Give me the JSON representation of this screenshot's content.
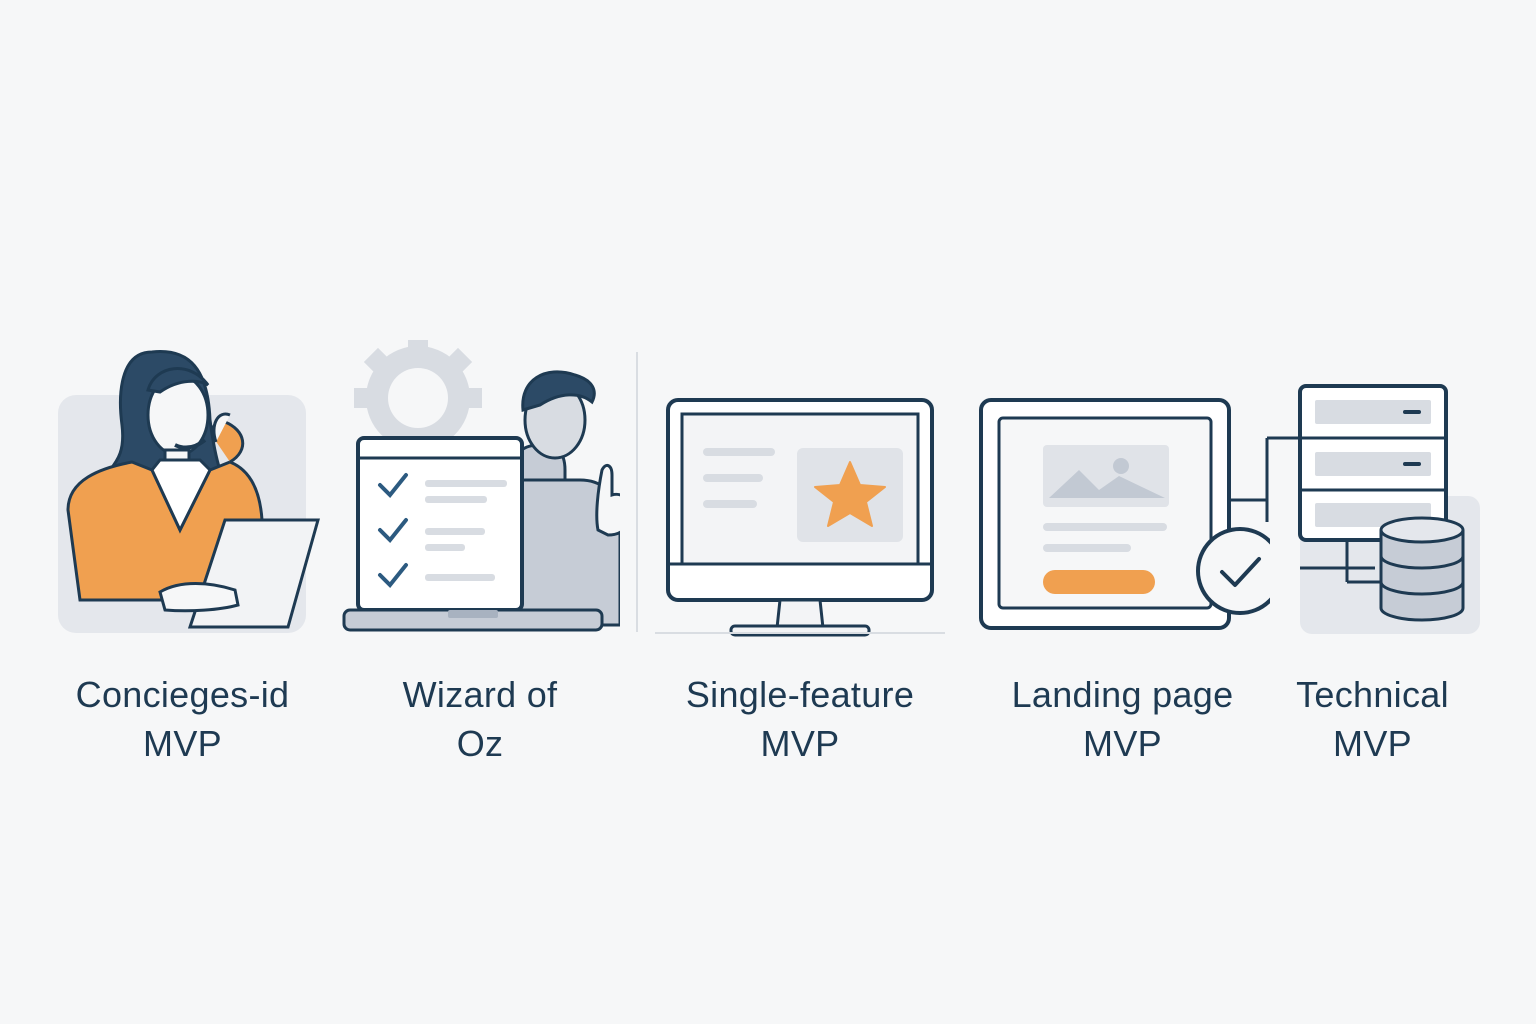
{
  "colors": {
    "navy": "#1e3a52",
    "orange": "#f0a050",
    "light_gray": "#e4e7ec",
    "mid_gray": "#c6ccd6",
    "background": "#f6f7f8"
  },
  "items": [
    {
      "line1": "Concieges-id",
      "line2": "MVP",
      "icon": "person-on-phone-with-tablet-icon"
    },
    {
      "line1": "Wizard of",
      "line2": "Oz",
      "icon": "laptop-checklist-with-person-icon"
    },
    {
      "line1": "Single-feature",
      "line2": "MVP",
      "icon": "monitor-with-star-icon"
    },
    {
      "line1": "Landing page",
      "line2": "MVP",
      "icon": "browser-landing-page-with-check-icon"
    },
    {
      "line1": "Technical",
      "line2": "MVP",
      "icon": "server-stack-with-database-icon"
    }
  ]
}
